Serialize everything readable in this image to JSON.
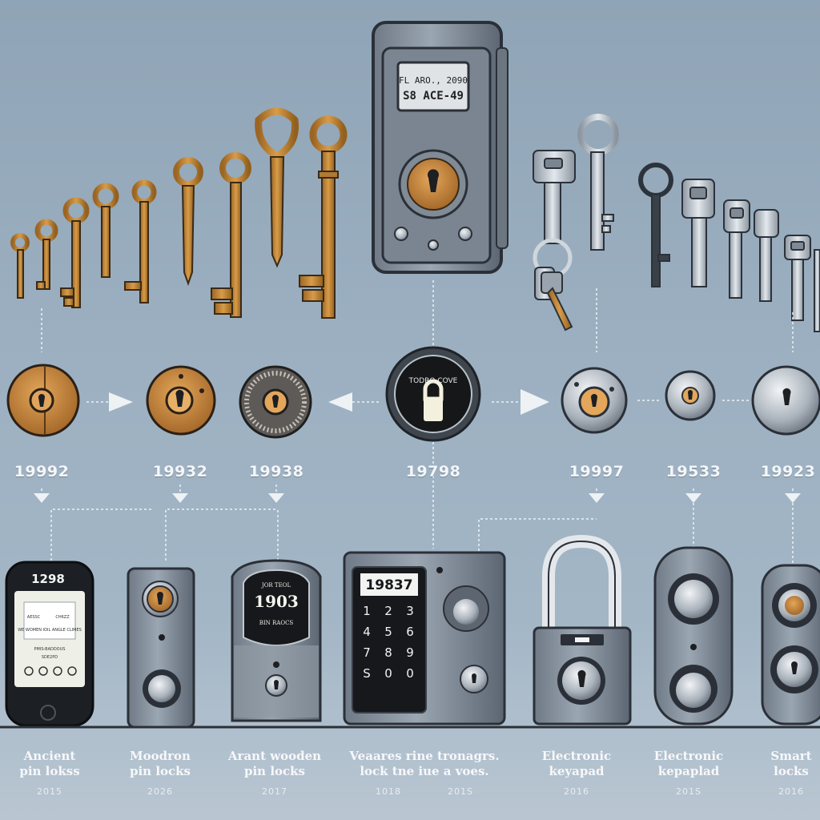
{
  "box": {
    "display_line1": "FL ARO., 2090",
    "display_line2": "S8 ACE-49"
  },
  "center_lock": {
    "label": "TODRO COVE"
  },
  "years": [
    "19992",
    "19932",
    "19938",
    "19798",
    "19997",
    "19533",
    "19923"
  ],
  "devices": {
    "phone": {
      "code": "1298",
      "body_a": "AESSC",
      "body_b": "CH6ZZ",
      "body_c": "WE WOMEN IOIL ANGLE CLIMES",
      "body_d": "PMIS-BADDOUS",
      "body_e": "SDE2PD"
    },
    "plaque": {
      "top": "JOR TEOL",
      "year": "1903",
      "bottom": "BIN RAOCS"
    },
    "keypad": {
      "code": "19837",
      "keys": [
        "1",
        "2",
        "3",
        "4",
        "5",
        "6",
        "7",
        "8",
        "9",
        "S",
        "0",
        "0"
      ]
    }
  },
  "captions": [
    {
      "line1": "Ancient",
      "line2": "pin lokss",
      "year": "2015"
    },
    {
      "line1": "Moodron",
      "line2": "pin locks",
      "year": "2026"
    },
    {
      "line1": "Arant wooden",
      "line2": "pin locks",
      "year": "2017"
    },
    {
      "line1": "Veaares  rine tronagrs.",
      "line2": "lock tne iue a voes.",
      "year": "1018",
      "year2": "201S"
    },
    {
      "line1": "Electronic",
      "line2": "keyapad",
      "year": "2016"
    },
    {
      "line1": "Electronic",
      "line2": "kepaplad",
      "year": "201S"
    },
    {
      "line1": "Smart",
      "line2": "locks",
      "year": "2016"
    }
  ],
  "colors": {
    "brass": "#c98d3c",
    "steel": "#b8c2cc",
    "dark": "#2b3038",
    "background": "#9cb0c1"
  }
}
